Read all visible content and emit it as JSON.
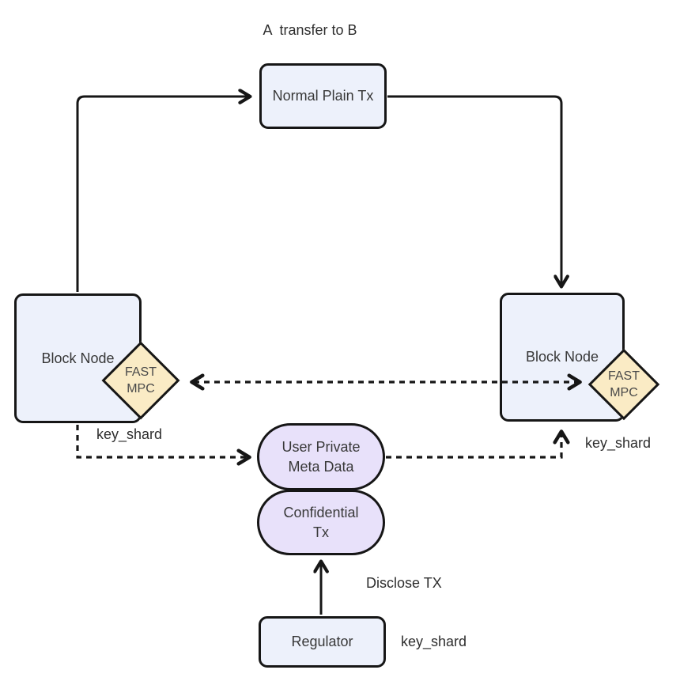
{
  "diagram": {
    "title": "A  transfer to B",
    "nodes": {
      "normal_plain_tx": {
        "label": "Normal Plain Tx"
      },
      "block_node_left": {
        "label": "Block Node"
      },
      "block_node_right": {
        "label": "Block Node"
      },
      "fast_mpc_left": {
        "line1": "FAST",
        "line2": "MPC"
      },
      "fast_mpc_right": {
        "line1": "FAST",
        "line2": "MPC"
      },
      "user_private_meta": {
        "line1": "User Private",
        "line2": "Meta Data"
      },
      "confidential_tx": {
        "line1": "Confidential",
        "line2": "Tx"
      },
      "regulator": {
        "label": "Regulator"
      }
    },
    "labels": {
      "key_shard_left": "key_shard",
      "key_shard_right": "key_shard",
      "key_shard_bottom": "key_shard",
      "disclose_tx": "Disclose TX"
    },
    "edges": [
      {
        "from": "block_node_left",
        "to": "normal_plain_tx",
        "style": "solid",
        "direction": "one-way"
      },
      {
        "from": "normal_plain_tx",
        "to": "block_node_right",
        "style": "solid",
        "direction": "one-way"
      },
      {
        "from": "fast_mpc_left",
        "to": "fast_mpc_right",
        "style": "dashed",
        "direction": "two-way"
      },
      {
        "from": "block_node_left",
        "to": "user_private_meta",
        "style": "dashed",
        "direction": "one-way",
        "label": "key_shard"
      },
      {
        "from": "user_private_meta",
        "to": "block_node_right",
        "style": "dashed",
        "direction": "one-way",
        "label": "key_shard"
      },
      {
        "from": "regulator",
        "to": "confidential_tx",
        "style": "solid",
        "direction": "one-way",
        "label": "Disclose TX"
      }
    ],
    "colors": {
      "node_fill": "#edf1fb",
      "meta_fill": "#e8e1fa",
      "mpc_fill": "#faebc5",
      "stroke": "#161616",
      "text": "#383838",
      "background": "#ffffff"
    }
  }
}
